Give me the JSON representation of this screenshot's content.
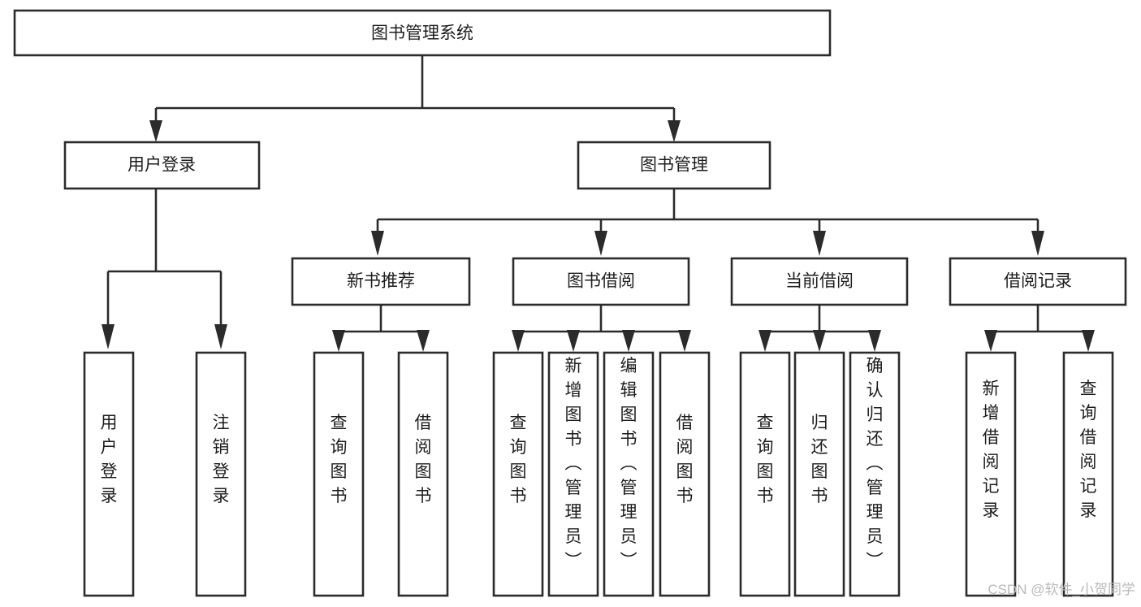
{
  "diagram": {
    "title": "图书管理系统",
    "type": "tree-hierarchy",
    "orientation": "top-down",
    "colors": {
      "background": "#ffffff",
      "box_fill": "#ffffff",
      "box_stroke": "#2b2b2b",
      "line": "#2b2b2b",
      "text": "#1d1d1d",
      "watermark": "#b9b9b9"
    },
    "root": {
      "label": "图书管理系统",
      "orient": "horizontal"
    },
    "level2": [
      {
        "label": "用户登录",
        "orient": "horizontal"
      },
      {
        "label": "图书管理",
        "orient": "horizontal"
      }
    ],
    "level3": [
      {
        "label": "新书推荐",
        "orient": "horizontal"
      },
      {
        "label": "图书借阅",
        "orient": "horizontal"
      },
      {
        "label": "当前借阅",
        "orient": "horizontal"
      },
      {
        "label": "借阅记录",
        "orient": "horizontal"
      }
    ],
    "leaves": {
      "user_login": [
        {
          "label": "用户登录",
          "orient": "vertical"
        },
        {
          "label": "注销登录",
          "orient": "vertical"
        }
      ],
      "new_book_recommend": [
        {
          "label": "查询图书",
          "orient": "vertical"
        },
        {
          "label": "借阅图书",
          "orient": "vertical"
        }
      ],
      "book_borrow": [
        {
          "label": "查询图书",
          "orient": "vertical"
        },
        {
          "label": "新增图书（管理员）",
          "orient": "vertical"
        },
        {
          "label": "编辑图书（管理员）",
          "orient": "vertical"
        },
        {
          "label": "借阅图书",
          "orient": "vertical"
        }
      ],
      "current_borrow": [
        {
          "label": "查询图书",
          "orient": "vertical"
        },
        {
          "label": "归还图书",
          "orient": "vertical"
        },
        {
          "label": "确认归还（管理员）",
          "orient": "vertical"
        }
      ],
      "borrow_records": [
        {
          "label": "新增借阅记录",
          "orient": "vertical"
        },
        {
          "label": "查询借阅记录",
          "orient": "vertical"
        }
      ]
    }
  },
  "watermark": {
    "text": "CSDN @软件_小贺同学"
  }
}
